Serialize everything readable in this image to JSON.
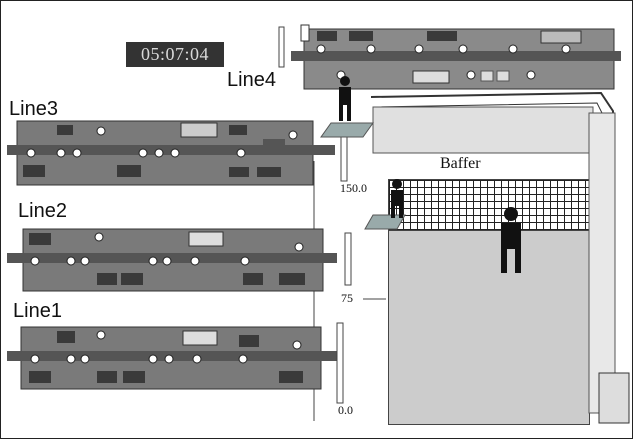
{
  "clock": {
    "time": "05:07:04"
  },
  "lines": [
    {
      "label": "Line4"
    },
    {
      "label": "Line3"
    },
    {
      "label": "Line2"
    },
    {
      "label": "Line1"
    }
  ],
  "buffer": {
    "label": "Baffer"
  },
  "gauge": {
    "top_label": "150.0",
    "mid_label": "75",
    "bottom_label": "0.0"
  },
  "colors": {
    "line_body": "#7a7a7a",
    "dark_equipment": "#3a3a3a",
    "floor": "#cccccc",
    "clock_bg": "#333333"
  }
}
